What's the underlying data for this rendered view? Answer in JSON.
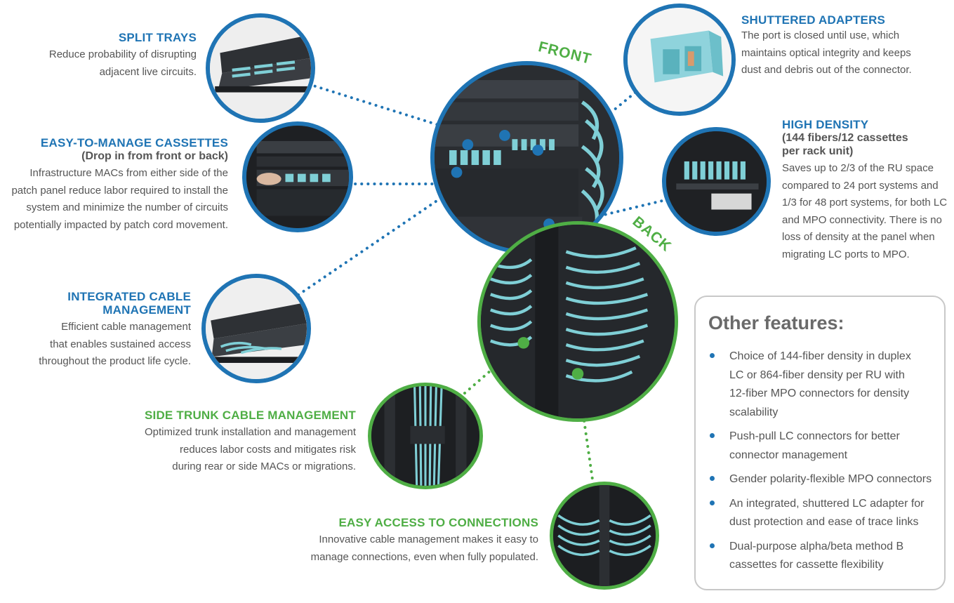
{
  "labels": {
    "front": "FRONT",
    "back": "BACK"
  },
  "features": {
    "split_trays": {
      "title": "SPLIT TRAYS",
      "lines": [
        "Reduce probability of disrupting",
        "adjacent live circuits."
      ]
    },
    "cassettes": {
      "title": "EASY-TO-MANAGE CASSETTES",
      "subtitle": "(Drop in from front or back)",
      "lines": [
        "Infrastructure MACs from either side of the",
        "patch panel reduce labor required to install the",
        "system and minimize the number of circuits",
        "potentially impacted by patch cord movement."
      ]
    },
    "integrated_cable": {
      "title_lines": [
        "INTEGRATED CABLE",
        "MANAGEMENT"
      ],
      "lines": [
        "Efficient cable management",
        "that enables sustained access",
        "throughout the product life cycle."
      ]
    },
    "side_trunk": {
      "title": "SIDE TRUNK CABLE MANAGEMENT",
      "lines": [
        "Optimized trunk installation and management",
        "reduces labor costs and mitigates risk",
        "during rear or side MACs or migrations."
      ]
    },
    "easy_access": {
      "title": "EASY ACCESS TO CONNECTIONS",
      "lines": [
        "Innovative cable management makes it easy to",
        "manage connections, even when fully populated."
      ]
    },
    "shuttered": {
      "title": "SHUTTERED ADAPTERS",
      "lines": [
        "The port is closed until use, which",
        "maintains optical integrity and keeps",
        "dust and debris out of the connector."
      ]
    },
    "high_density": {
      "title": "HIGH DENSITY",
      "subtitle_lines": [
        "(144 fibers/12 cassettes",
        "per rack unit)"
      ],
      "lines": [
        "Saves up to 2/3 of the RU space",
        "compared to 24 port systems and",
        "1/3 for 48 port systems, for both LC",
        "and MPO connectivity. There is no",
        "loss of density at the panel when",
        "migrating LC ports to MPO."
      ]
    }
  },
  "other_features": {
    "title": "Other features:",
    "items": [
      {
        "lines": [
          "Choice of 144-fiber density in duplex",
          "LC or 864-fiber density per RU with",
          "12-fiber MPO connectors for density",
          "scalability"
        ]
      },
      {
        "lines": [
          "Push-pull LC connectors for better",
          "connector management"
        ]
      },
      {
        "lines": [
          "Gender polarity-flexible MPO connectors"
        ]
      },
      {
        "lines": [
          "An integrated, shuttered LC adapter for",
          "dust protection and ease of trace links"
        ]
      },
      {
        "lines": [
          "Dual-purpose alpha/beta method B",
          "cassettes for cassette flexibility"
        ]
      }
    ]
  },
  "colors": {
    "front_blue": "#1f74b4",
    "back_green": "#4fae45",
    "fiber_aqua": "#7fcfd6",
    "text_gray": "#555555"
  }
}
